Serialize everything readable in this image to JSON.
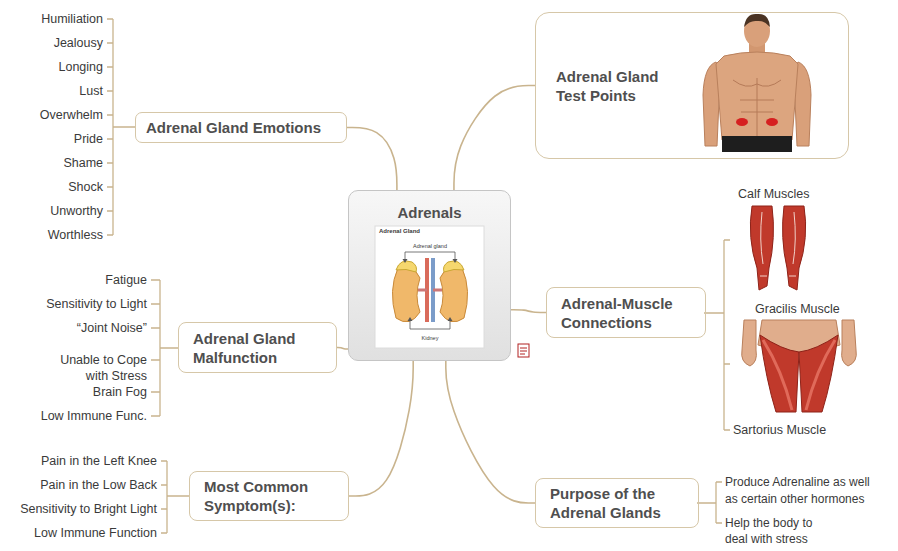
{
  "diagram": {
    "nodes": [
      {
        "text": [
          "Adrenals"
        ]
      },
      {
        "text": [
          "Adrenal Gland Emotions"
        ]
      },
      {
        "text": [
          "Adrenal Gland Test Points"
        ]
      },
      {
        "text": [
          "Adrenal Gland Malfunction"
        ]
      },
      {
        "text": [
          "Adrenal-Muscle Connections"
        ]
      },
      {
        "text": [
          "Most Common Symptom(s):"
        ]
      },
      {
        "text": [
          "Purpose of the Adrenal Glands"
        ]
      }
    ],
    "edges": [
      {
        "from": 0,
        "to": 1,
        "arrow": "none"
      },
      {
        "from": 0,
        "to": 2,
        "arrow": "none"
      },
      {
        "from": 0,
        "to": 3,
        "arrow": "none"
      },
      {
        "from": 0,
        "to": 4,
        "arrow": "none"
      },
      {
        "from": 0,
        "to": 5,
        "arrow": "none"
      },
      {
        "from": 0,
        "to": 6,
        "arrow": "none"
      }
    ],
    "labels": [
      "Humiliation",
      "Jealousy",
      "Longing",
      "Lust",
      "Overwhelm",
      "Pride",
      "Shame",
      "Shock",
      "Unworthy",
      "Worthless",
      "Fatigue",
      "Sensitivity to Light",
      "“Joint Noise”",
      "Unable to Cope with Stress",
      "Brain Fog",
      "Low Immune Func.",
      "Pain in the Left Knee",
      "Pain in the Low Back",
      "Sensitivity to Bright Light",
      "Low Immune Function",
      "Calf Muscles",
      "Gracilis Muscle",
      "Sartorius Muscle",
      "Produce Adrenaline as well as certain other hormones",
      "Help the body to deal with stress",
      "Adrenal Gland",
      "Adrenal gland",
      "Kidney"
    ]
  }
}
